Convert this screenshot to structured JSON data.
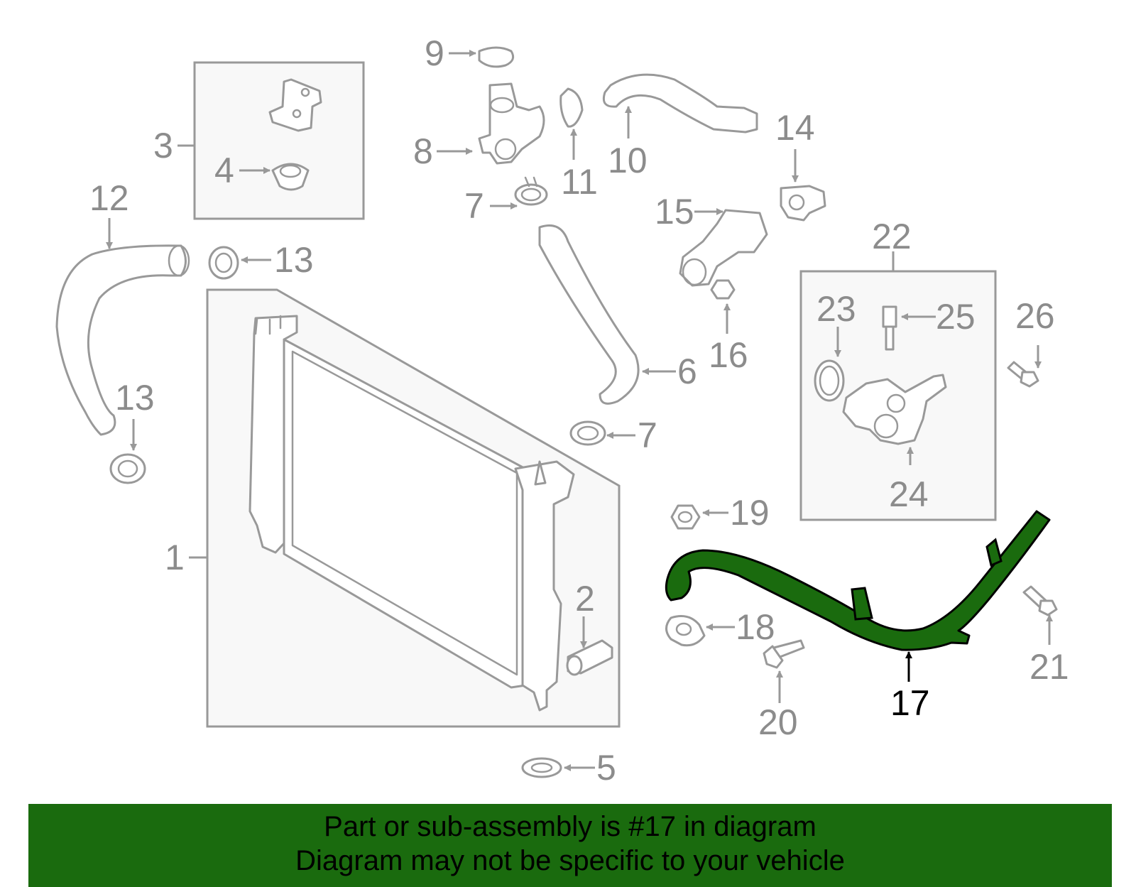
{
  "diagram": {
    "highlight_color": "#1a6b0e",
    "callouts": {
      "c1": "1",
      "c2": "2",
      "c3": "3",
      "c4": "4",
      "c5": "5",
      "c6": "6",
      "c7a": "7",
      "c7b": "7",
      "c8": "8",
      "c9": "9",
      "c10": "10",
      "c11": "11",
      "c12": "12",
      "c13a": "13",
      "c13b": "13",
      "c14": "14",
      "c15": "15",
      "c16": "16",
      "c17": "17",
      "c18": "18",
      "c19": "19",
      "c20": "20",
      "c21": "21",
      "c22": "22",
      "c23": "23",
      "c24": "24",
      "c25": "25",
      "c26": "26"
    }
  },
  "banner": {
    "line1": "Part or sub-assembly is #17 in diagram",
    "line2": "Diagram may not be specific to your vehicle",
    "background": "#1a6b0e"
  }
}
